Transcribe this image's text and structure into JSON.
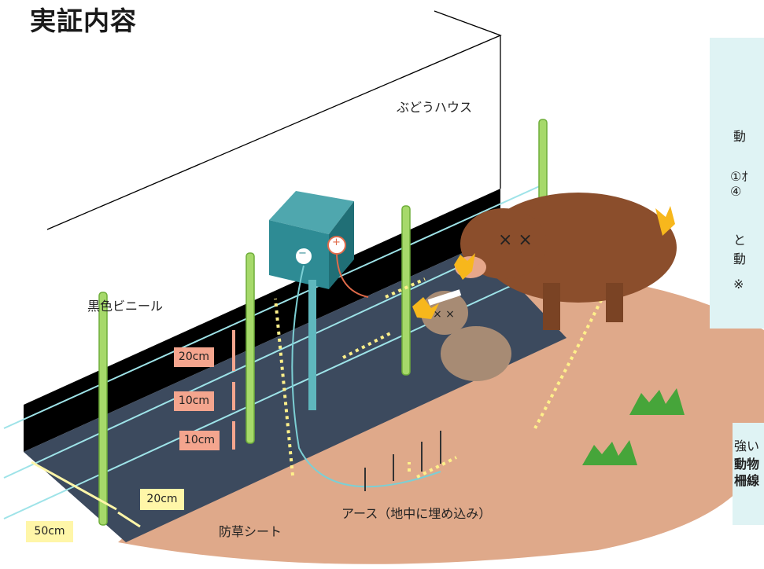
{
  "title": "実証内容",
  "labels": {
    "house": "ぶどうハウス",
    "vinyl": "黒色ビニール",
    "sheet": "防草シート",
    "earth": "アース（地中に埋め込み）"
  },
  "terminals": {
    "minus": "−",
    "plus": "+"
  },
  "spacing": [
    "20cm",
    "10cm",
    "10cm"
  ],
  "ground": {
    "depth": "50cm",
    "width": "20cm"
  },
  "info_box_1": {
    "line1": "動",
    "line2": "①ｵ",
    "line3": "④",
    "line4": "と",
    "line5": "動",
    "line6": "※"
  },
  "info_box_2": {
    "line1": "強い",
    "line2": "動物",
    "line3": "柵線"
  },
  "colors": {
    "post": "#a6d96a",
    "box": "#2e8b94",
    "ground": "#dfa98a",
    "sheet": "#3c4a5e",
    "info_bg": "#dff3f4",
    "arrow": "#fff08a"
  }
}
